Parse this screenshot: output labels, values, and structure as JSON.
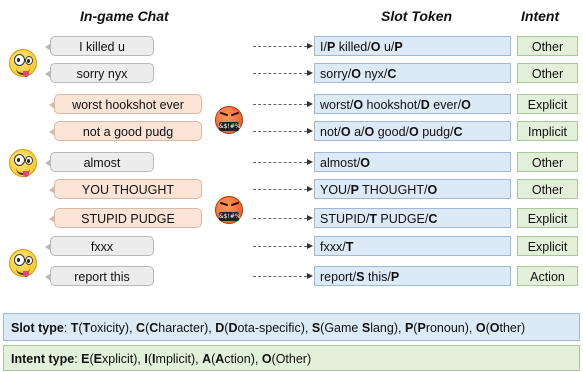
{
  "headers": {
    "chat": "In-game Chat",
    "slot": "Slot Token",
    "intent": "Intent"
  },
  "rows": [
    {
      "chat": "I killed u",
      "tone": "normal",
      "intent": "Other",
      "slot": [
        [
          "I/",
          ""
        ],
        [
          "P",
          "b"
        ],
        [
          " killed/",
          ""
        ],
        [
          "O",
          "b"
        ],
        [
          " u/",
          ""
        ],
        [
          "P",
          "b"
        ]
      ]
    },
    {
      "chat": "sorry nyx",
      "tone": "normal",
      "intent": "Other",
      "slot": [
        [
          "sorry/",
          ""
        ],
        [
          "O",
          "b"
        ],
        [
          " nyx/",
          ""
        ],
        [
          "C",
          "b"
        ]
      ]
    },
    {
      "chat": "worst hookshot ever",
      "tone": "toxic",
      "intent": "Explicit",
      "slot": [
        [
          "worst/",
          ""
        ],
        [
          "O",
          "b"
        ],
        [
          " hookshot/",
          ""
        ],
        [
          "D",
          "b"
        ],
        [
          " ever/",
          ""
        ],
        [
          "O",
          "b"
        ]
      ]
    },
    {
      "chat": "not a good pudg",
      "tone": "toxic",
      "intent": "Implicit",
      "slot": [
        [
          "not/",
          ""
        ],
        [
          "O",
          "b"
        ],
        [
          " a/",
          ""
        ],
        [
          "O",
          "b"
        ],
        [
          " good/",
          ""
        ],
        [
          "O",
          "b"
        ],
        [
          " pudg/",
          ""
        ],
        [
          "C",
          "b"
        ]
      ]
    },
    {
      "chat": "almost",
      "tone": "normal",
      "intent": "Other",
      "slot": [
        [
          "almost/",
          ""
        ],
        [
          "O",
          "b"
        ]
      ]
    },
    {
      "chat": "YOU THOUGHT",
      "tone": "toxic",
      "intent": "Other",
      "slot": [
        [
          "YOU/",
          ""
        ],
        [
          "P",
          "b"
        ],
        [
          " THOUGHT/",
          ""
        ],
        [
          "O",
          "b"
        ]
      ]
    },
    {
      "chat": "STUPID PUDGE",
      "tone": "toxic",
      "intent": "Explicit",
      "slot": [
        [
          "STUPID/",
          ""
        ],
        [
          "T",
          "b"
        ],
        [
          " PUDGE/",
          ""
        ],
        [
          "C",
          "b"
        ]
      ]
    },
    {
      "chat": "fxxx",
      "tone": "normal",
      "intent": "Explicit",
      "slot": [
        [
          "fxxx/",
          ""
        ],
        [
          "T",
          "b"
        ]
      ]
    },
    {
      "chat": "report this",
      "tone": "normal",
      "intent": "Action",
      "slot": [
        [
          "report/",
          ""
        ],
        [
          "S",
          "b"
        ],
        [
          " this/",
          ""
        ],
        [
          "P",
          "b"
        ]
      ]
    }
  ],
  "grawlix_text": "&$!#%",
  "legend_slot": [
    [
      "Slot type",
      "b"
    ],
    [
      ": ",
      ""
    ],
    [
      "T",
      "b"
    ],
    [
      "(",
      ""
    ],
    [
      "T",
      "b"
    ],
    [
      "oxicity), ",
      ""
    ],
    [
      "C",
      "b"
    ],
    [
      "(",
      ""
    ],
    [
      "C",
      "b"
    ],
    [
      "haracter), ",
      ""
    ],
    [
      "D",
      "b"
    ],
    [
      "(",
      ""
    ],
    [
      "D",
      "b"
    ],
    [
      "ota-specific), ",
      ""
    ],
    [
      "S",
      "b"
    ],
    [
      "(Game ",
      ""
    ],
    [
      "S",
      "b"
    ],
    [
      "lang), ",
      ""
    ],
    [
      "P",
      "b"
    ],
    [
      "(",
      ""
    ],
    [
      "P",
      "b"
    ],
    [
      "ronoun), ",
      ""
    ],
    [
      "O",
      "b"
    ],
    [
      "(",
      ""
    ],
    [
      "O",
      "b"
    ],
    [
      "ther)",
      ""
    ]
  ],
  "legend_intent": [
    [
      "Intent type",
      "b"
    ],
    [
      ": ",
      ""
    ],
    [
      "E",
      "b"
    ],
    [
      "(",
      ""
    ],
    [
      "E",
      "b"
    ],
    [
      "xplicit), ",
      ""
    ],
    [
      "I",
      "b"
    ],
    [
      "(",
      ""
    ],
    [
      "I",
      "b"
    ],
    [
      "mplicit),  ",
      ""
    ],
    [
      "A",
      "b"
    ],
    [
      "(",
      ""
    ],
    [
      "A",
      "b"
    ],
    [
      "ction), ",
      ""
    ],
    [
      "O",
      "b"
    ],
    [
      "(Other)",
      ""
    ]
  ],
  "colors": {
    "chat_normal": "#ececec",
    "chat_toxic": "#fbe4d6",
    "slot_fill": "#dce9f6",
    "intent_fill": "#e2efd9",
    "happy_face": "#f6c21c",
    "angry_face": "#e84e1b"
  },
  "icons": [
    "tongue-out-emoji-icon",
    "cursing-face-emoji-icon"
  ]
}
